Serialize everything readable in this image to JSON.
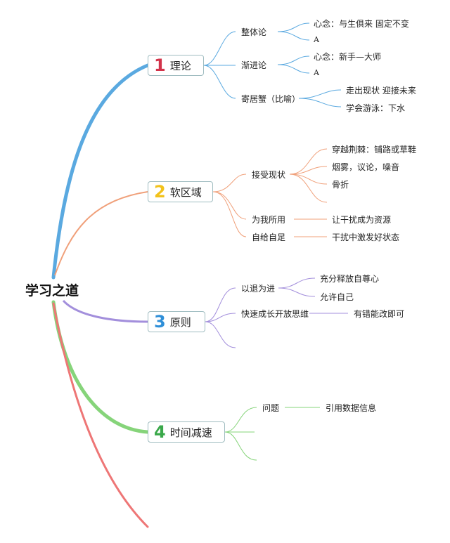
{
  "root": "学习之道",
  "branches": [
    {
      "num": "1",
      "label": "理论",
      "color": "#5aa9e0",
      "num_color": "#d2334a",
      "children": [
        {
          "label": "整体论",
          "children": [
            "心念：与生俱来 固定不变",
            "A"
          ]
        },
        {
          "label": "渐进论",
          "children": [
            "心念：新手—大师",
            "A"
          ]
        },
        {
          "label": "寄居蟹（比喻）",
          "children": [
            "走出现状 迎接未来",
            "学会游泳：下水"
          ]
        }
      ]
    },
    {
      "num": "2",
      "label": "软区域",
      "color": "#f0a07a",
      "num_color": "#f2c21b",
      "children": [
        {
          "label": "接受现状",
          "children": [
            "穿越荆棘：铺路或草鞋",
            "烟雾，议论，噪音",
            "骨折"
          ]
        },
        {
          "label": "为我所用",
          "children": [
            "让干扰成为资源"
          ]
        },
        {
          "label": "自给自足",
          "children": [
            "干扰中激发好状态"
          ]
        }
      ]
    },
    {
      "num": "3",
      "label": "原则",
      "color": "#a38fdc",
      "num_color": "#2f8fd8",
      "children": [
        {
          "label": "以退为进",
          "children": [
            "充分释放自尊心",
            "允许自己"
          ]
        },
        {
          "label": "快速成长开放思维",
          "children": [
            "有错能改即可"
          ]
        },
        {
          "label": "",
          "children": []
        }
      ]
    },
    {
      "num": "4",
      "label": "时间减速",
      "color": "#86d47a",
      "num_color": "#3aa84a",
      "children": [
        {
          "label": "问题",
          "children": [
            "引用数据信息"
          ]
        },
        {
          "label": "",
          "children": []
        },
        {
          "label": "",
          "children": []
        }
      ]
    }
  ],
  "extra_branch_color": "#ee7676"
}
